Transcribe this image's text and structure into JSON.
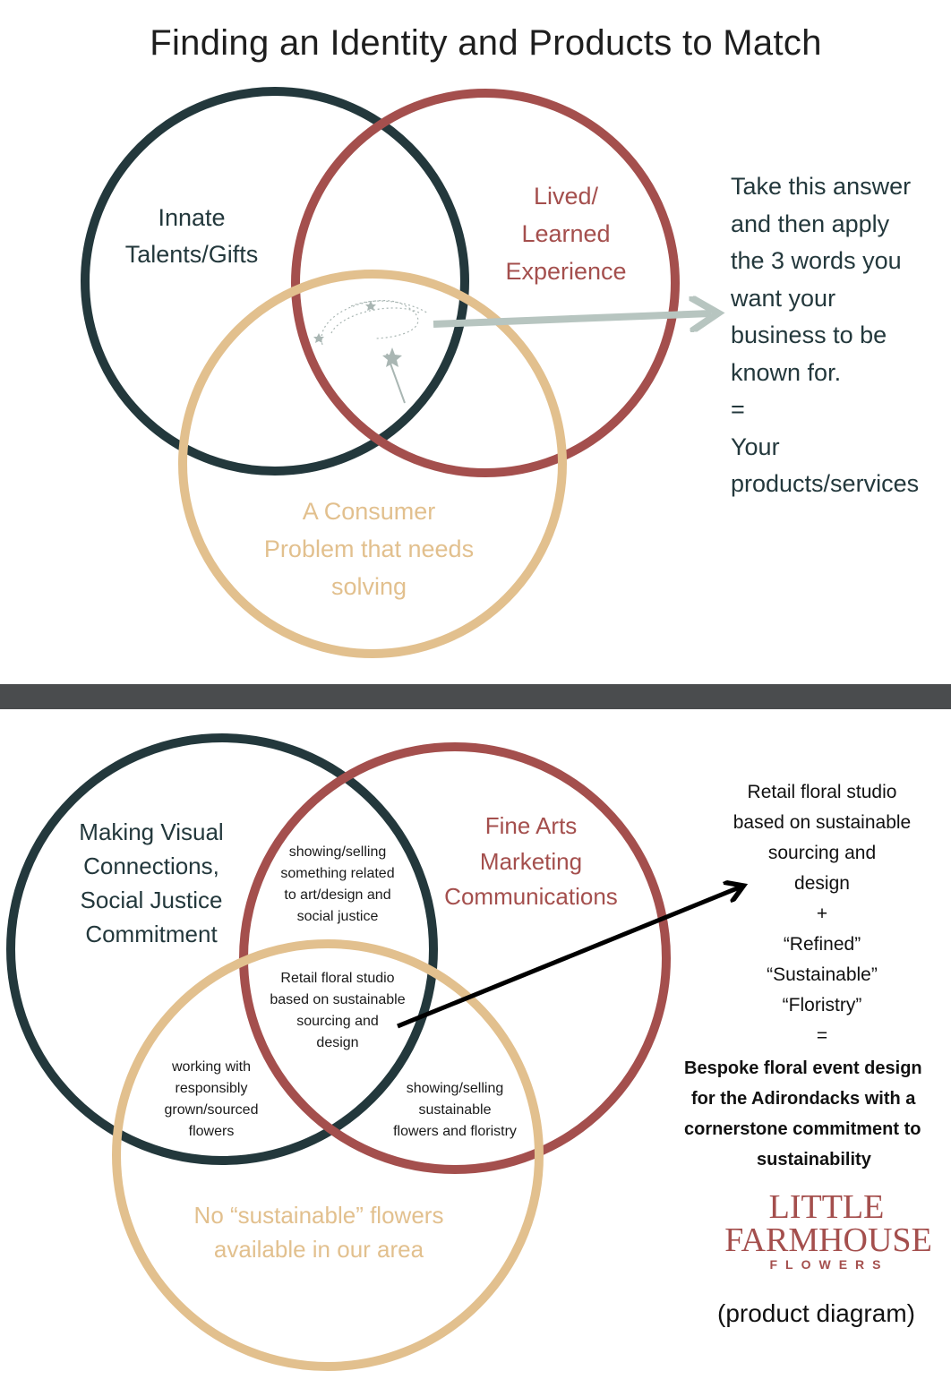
{
  "title": "Finding an Identity and Products to Match",
  "colors": {
    "dark": "#23383c",
    "red": "#a44f4d",
    "tan": "#e2c08e",
    "arrow_grey": "#b7c5c0",
    "divider": "#4a4c4e"
  },
  "top_diagram": {
    "circle_talents": [
      "Innate",
      "Talents/Gifts"
    ],
    "circle_experience": [
      "Lived/",
      "Learned",
      "Experience"
    ],
    "circle_problem": [
      "A Consumer",
      "Problem that needs",
      "solving"
    ],
    "center_icon": "magic-wand-icon",
    "side_text": [
      "Take this answer",
      "and then apply",
      "the 3 words you",
      "want your",
      "business to be",
      "known for.",
      "=",
      "Your",
      "products/services"
    ]
  },
  "bottom_diagram": {
    "circle_left": [
      "Making Visual",
      "Connections,",
      "Social Justice",
      "Commitment"
    ],
    "circle_right": [
      "Fine Arts",
      "Marketing",
      "Communications"
    ],
    "circle_bottom": [
      "No “sustainable” flowers",
      "available in our area"
    ],
    "overlap_left_right": [
      "showing/selling",
      "something related",
      "to art/design and",
      "social justice"
    ],
    "overlap_center": [
      "Retail floral studio",
      "based on sustainable",
      "sourcing and",
      "design"
    ],
    "overlap_left_bottom": [
      "working with",
      "responsibly",
      "grown/sourced",
      "flowers"
    ],
    "overlap_right_bottom": [
      "showing/selling",
      "sustainable",
      "flowers and floristry"
    ],
    "side_text": [
      "Retail floral studio",
      "based on sustainable",
      "sourcing and",
      "design",
      "+",
      "“Refined”",
      "“Sustainable”",
      "“Floristry”",
      "="
    ],
    "side_bold": [
      "Bespoke floral event design",
      "for the Adirondacks with a",
      "cornerstone commitment to",
      "sustainability"
    ],
    "logo": {
      "line1": "LITTLE",
      "line2": "FARMHOUSE",
      "line3": "FLOWERS"
    },
    "caption": "(product diagram)"
  }
}
